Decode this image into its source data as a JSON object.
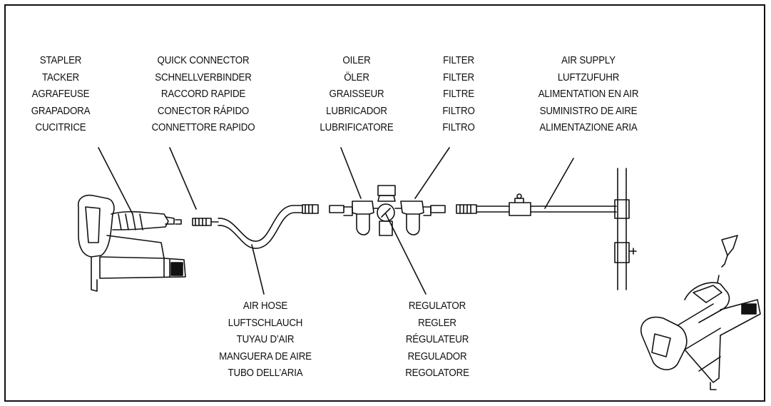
{
  "labels": {
    "stapler": [
      "STAPLER",
      "TACKER",
      "AGRAFEUSE",
      "GRAPADORA",
      "CUCITRICE"
    ],
    "quick_connector": [
      "QUICK CONNECTOR",
      "SCHNELLVERBINDER",
      "RACCORD RAPIDE",
      "CONECTOR RÁPIDO",
      "CONNETTORE RAPIDO"
    ],
    "oiler": [
      "OILER",
      "ÖLER",
      "GRAISSEUR",
      "LUBRICADOR",
      "LUBRIFICATORE"
    ],
    "filter": [
      "FILTER",
      "FILTER",
      "FILTRE",
      "FILTRO",
      "FILTRO"
    ],
    "air_supply": [
      "AIR SUPPLY",
      "LUFTZUFUHR",
      "ALIMENTATION EN AIR",
      "SUMINISTRO DE AIRE",
      "ALIMENTAZIONE ARIA"
    ],
    "air_hose": [
      "AIR HOSE",
      "LUFTSCHLAUCH",
      "TUYAU D’AIR",
      "MANGUERA DE AIRE",
      "TUBO DELL’ARIA"
    ],
    "regulator": [
      "REGULATOR",
      "REGLER",
      "RÉGULATEUR",
      "REGULADOR",
      "REGOLATORE"
    ]
  }
}
